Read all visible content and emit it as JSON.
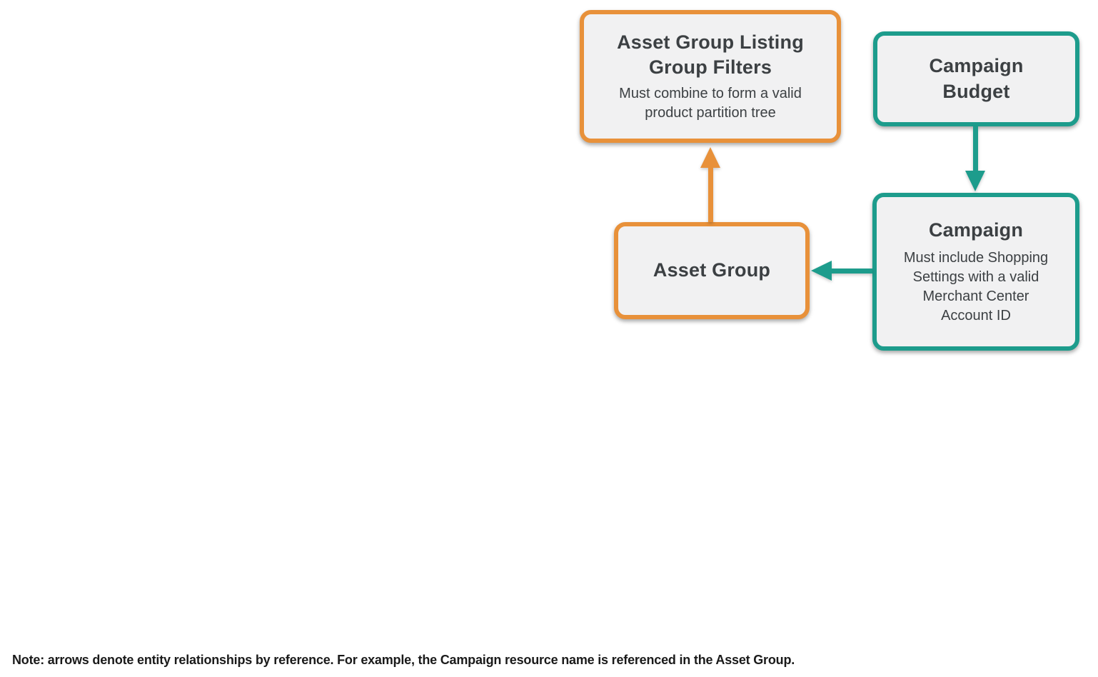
{
  "colors": {
    "accent-orange": "#E8913A",
    "accent-teal": "#1D9C8C",
    "node-fill": "#F1F1F2",
    "node-text": "#3C4043",
    "note-text": "#1A1A1A",
    "page-background": "#FFFFFF"
  },
  "diagram": {
    "nodes": [
      {
        "id": "asset-group-listing-group-filters",
        "title": "Asset Group Listing Group Filters",
        "subtitle": "Must combine to form a valid product partition tree",
        "accent": "#E8913A"
      },
      {
        "id": "campaign-budget",
        "title": "Campaign Budget",
        "subtitle": "",
        "accent": "#1D9C8C"
      },
      {
        "id": "asset-group",
        "title": "Asset Group",
        "subtitle": "",
        "accent": "#E8913A"
      },
      {
        "id": "campaign",
        "title": "Campaign",
        "subtitle": "Must include Shopping Settings with a valid Merchant Center Account ID",
        "accent": "#1D9C8C"
      }
    ],
    "edges": [
      {
        "from": "asset-group",
        "to": "asset-group-listing-group-filters",
        "direction": "up",
        "color": "#E8913A"
      },
      {
        "from": "campaign-budget",
        "to": "campaign",
        "direction": "down",
        "color": "#1D9C8C"
      },
      {
        "from": "campaign",
        "to": "asset-group",
        "direction": "left",
        "color": "#1D9C8C"
      }
    ]
  },
  "note": "Note: arrows denote entity relationships by reference. For example, the Campaign resource name is referenced in the Asset Group."
}
